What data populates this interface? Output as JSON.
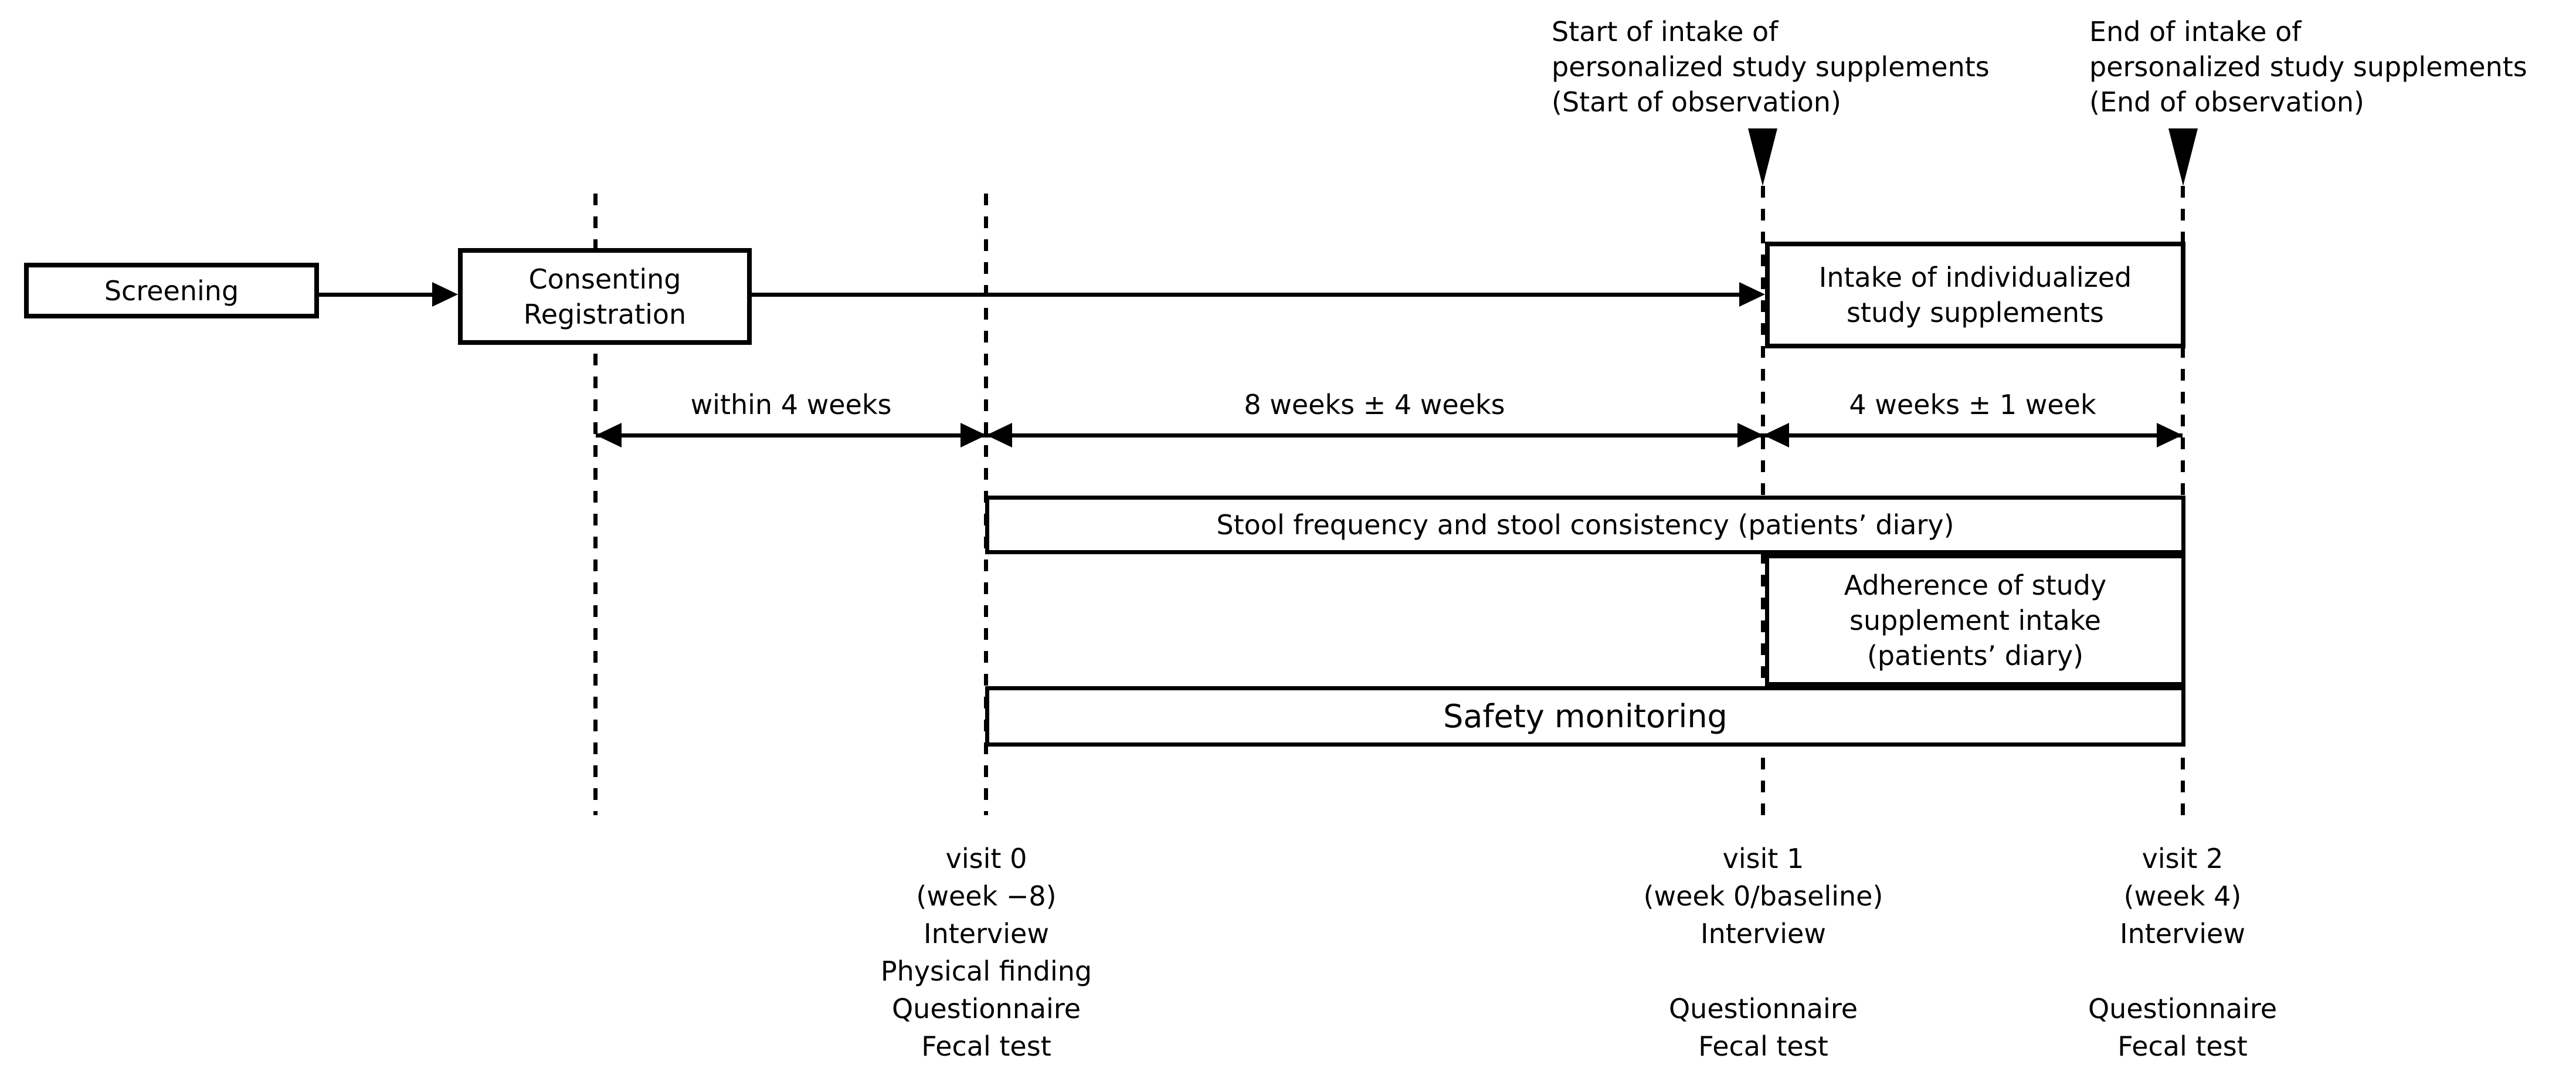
{
  "annotations": {
    "start_lines": [
      "Start of intake of",
      "personalized study supplements",
      "(Start of observation)"
    ],
    "end_lines": [
      "End of intake of",
      "personalized study supplements",
      "(End of observation)"
    ]
  },
  "flow": {
    "screening": "Screening",
    "consenting_lines": [
      "Consenting",
      "Registration"
    ],
    "intake_lines": [
      "Intake of individualized",
      "study supplements"
    ]
  },
  "intervals": {
    "registration_to_visit0": "within 4 weeks",
    "visit0_to_visit1": "8 weeks ± 4 weeks",
    "visit1_to_visit2": "4 weeks ± 1 week"
  },
  "bars": {
    "stool": "Stool frequency and stool consistency (patients’ diary)",
    "adherence_lines": [
      "Adherence of study",
      "supplement intake",
      "(patients’ diary)"
    ],
    "safety": "Safety monitoring"
  },
  "visits": [
    {
      "lines": [
        "visit 0",
        "(week −8)",
        "Interview",
        "Physical finding",
        "Questionnaire",
        "Fecal test"
      ]
    },
    {
      "lines": [
        "visit 1",
        "(week 0/baseline)",
        "Interview",
        "",
        "Questionnaire",
        "Fecal test"
      ]
    },
    {
      "lines": [
        "visit 2",
        "(week 4)",
        "Interview",
        "",
        "Questionnaire",
        "Fecal test"
      ]
    }
  ],
  "colors": {
    "ink": "#000000",
    "background": "#ffffff"
  }
}
